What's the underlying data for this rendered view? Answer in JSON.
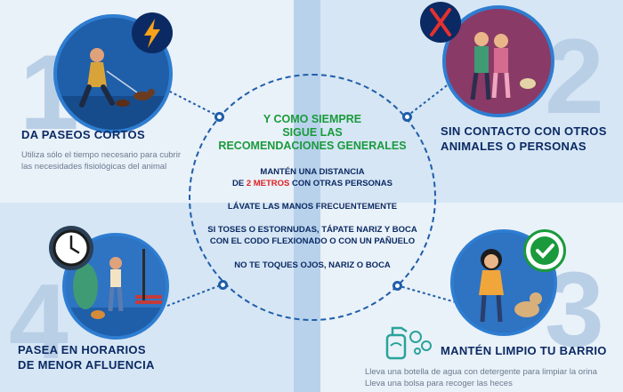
{
  "numbers": {
    "one": "1",
    "two": "2",
    "three": "3",
    "four": "4"
  },
  "panels": {
    "tl": {
      "title": "DA PASEOS CORTOS",
      "desc_line1": "Utiliza sólo el tiempo necesario para cubrir",
      "desc_line2": "las necesidades fisiológicas del animal"
    },
    "tr": {
      "title_line1": "SIN CONTACTO CON OTROS",
      "title_line2": "ANIMALES O PERSONAS"
    },
    "bl": {
      "title_line1": "PASEA EN HORARIOS",
      "title_line2": "DE MENOR AFLUENCIA"
    },
    "br": {
      "title": "MANTÉN LIMPIO TU BARRIO",
      "desc_line1": "Lleva una botella de agua con detergente para limpiar la orina",
      "desc_line2": "Lleva una bolsa para recoger las heces"
    }
  },
  "center": {
    "heading_line1": "Y COMO SIEMPRE",
    "heading_line2": "SIGUE LAS",
    "heading_line3": "RECOMENDACIONES GENERALES",
    "rec1_line1": "MANTÉN UNA DISTANCIA",
    "rec1_pre": "DE ",
    "rec1_highlight": "2 METROS",
    "rec1_post": " CON OTRAS PERSONAS",
    "rec2": "LÁVATE LAS MANOS FRECUENTEMENTE",
    "rec3_line1": "SI TOSES O ESTORNUDAS, TÁPATE NARIZ Y BOCA",
    "rec3_line2": "CON EL CODO FLEXIONADO O CON UN PAÑUELO",
    "rec4": "NO TE TOQUES OJOS, NARIZ O BOCA"
  },
  "colors": {
    "navy": "#0b2a63",
    "green": "#1a9a3c",
    "red": "#e02020",
    "blue": "#1f5ea9"
  },
  "icons": [
    "lightning-icon",
    "cross-icon",
    "clock-icon",
    "check-icon",
    "spray-bottle-icon"
  ]
}
